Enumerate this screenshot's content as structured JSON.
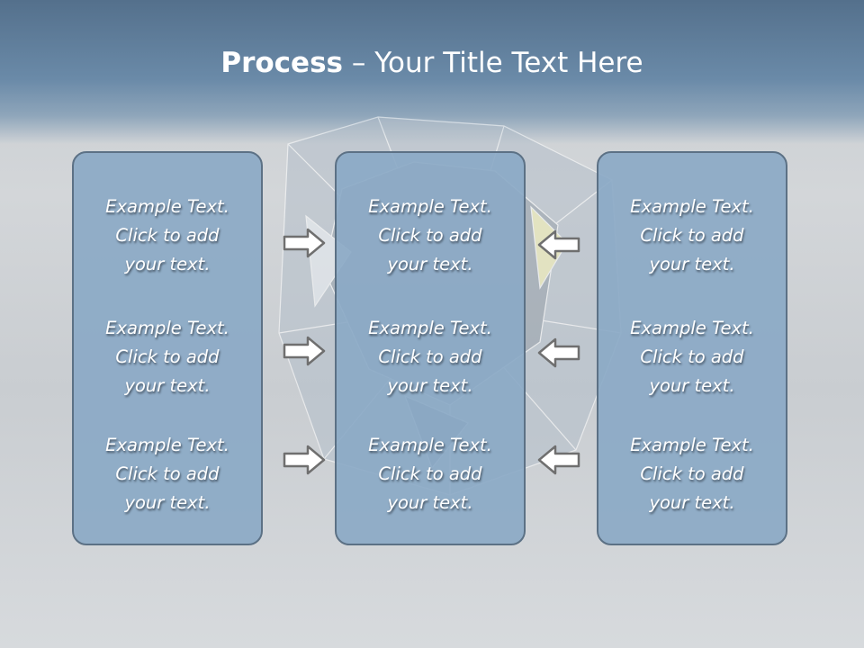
{
  "title": {
    "bold": "Process",
    "rest": " – Your Title Text Here"
  },
  "columns": [
    {
      "cells": [
        {
          "line1": "Example Text.",
          "line2": "Click  to add",
          "line3": "your text."
        },
        {
          "line1": "Example Text.",
          "line2": "Click  to add",
          "line3": "your text."
        },
        {
          "line1": "Example Text.",
          "line2": "Click  to add",
          "line3": "your text."
        }
      ]
    },
    {
      "cells": [
        {
          "line1": "Example Text.",
          "line2": "Click  to add",
          "line3": "your text."
        },
        {
          "line1": "Example Text.",
          "line2": "Click  to add",
          "line3": "your text."
        },
        {
          "line1": "Example Text.",
          "line2": "Click  to add",
          "line3": "your text."
        }
      ]
    },
    {
      "cells": [
        {
          "line1": "Example Text.",
          "line2": "Click  to add",
          "line3": "your text."
        },
        {
          "line1": "Example Text.",
          "line2": "Click  to add",
          "line3": "your text."
        },
        {
          "line1": "Example Text.",
          "line2": "Click  to add",
          "line3": "your text."
        }
      ]
    }
  ],
  "arrows": {
    "left": [
      "right-arrow-icon",
      "right-arrow-icon",
      "right-arrow-icon"
    ],
    "right": [
      "left-arrow-icon",
      "left-arrow-icon",
      "left-arrow-icon"
    ]
  },
  "colors": {
    "header": "#6a8aa8",
    "box_fill": "#8ba9c5",
    "box_border": "#5c7185",
    "text": "#ffffff"
  }
}
